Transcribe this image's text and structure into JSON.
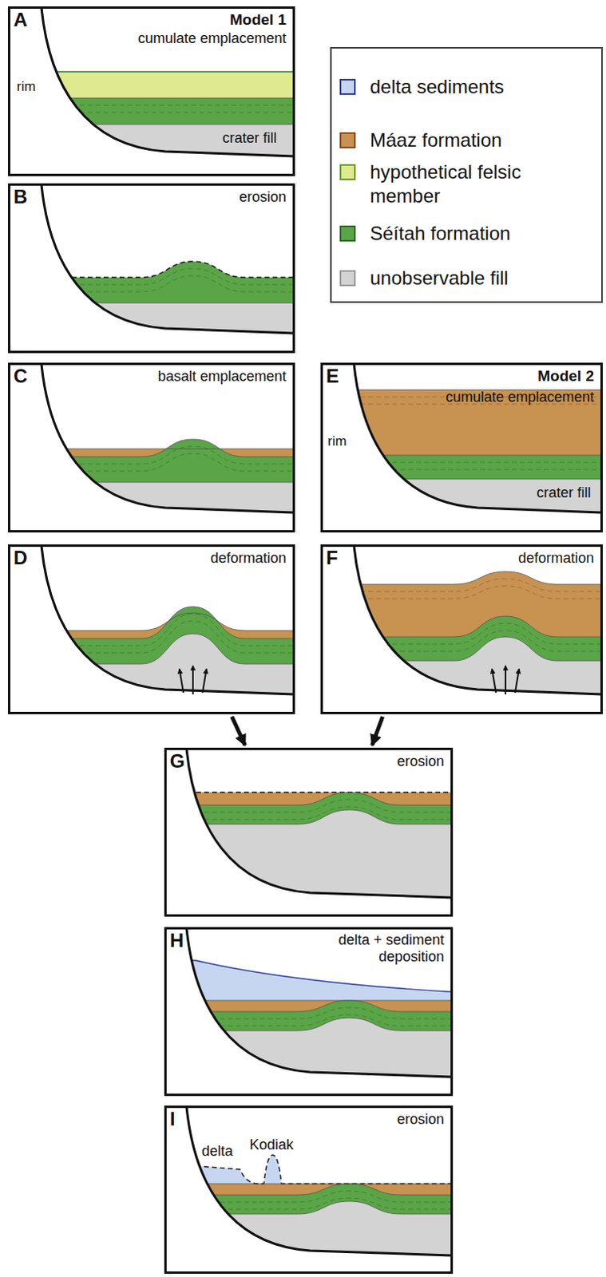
{
  "diagram": {
    "nodes": [
      {
        "text": [
          "A",
          "Model 1",
          "cumulate emplacement",
          "rim",
          "crater fill"
        ]
      },
      {
        "text": [
          "B",
          "erosion"
        ]
      },
      {
        "text": [
          "C",
          "basalt emplacement"
        ]
      },
      {
        "text": [
          "D",
          "deformation"
        ]
      },
      {
        "text": [
          "E",
          "Model 2",
          "cumulate emplacement",
          "rim",
          "crater fill"
        ]
      },
      {
        "text": [
          "F",
          "deformation"
        ]
      },
      {
        "text": [
          "G",
          "erosion"
        ]
      },
      {
        "text": [
          "H",
          "delta + sediment deposition"
        ]
      },
      {
        "text": [
          "I",
          "erosion",
          "delta",
          "Kodiak"
        ]
      }
    ],
    "edges": [
      {
        "from": 3,
        "to": 6,
        "arrow": "to"
      },
      {
        "from": 5,
        "to": 6,
        "arrow": "to"
      }
    ],
    "legend": [
      {
        "text": "delta sediments",
        "color": "#c6d6f0"
      },
      {
        "text": "Máaz formation",
        "color": "#c89250"
      },
      {
        "text": "hypothetical felsic member",
        "color": "#dfe98f"
      },
      {
        "text": "Séítah formation",
        "color": "#5aa547"
      },
      {
        "text": "unobservable fill",
        "color": "#d3d3d3"
      }
    ]
  }
}
